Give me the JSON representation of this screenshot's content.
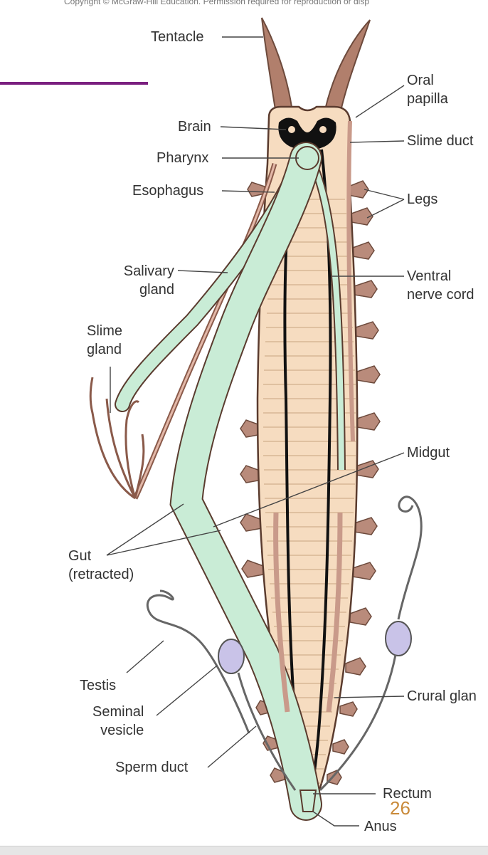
{
  "copyright": "Copyright © McGraw-Hill Education. Permission required for reproduction or disp",
  "page_number": "26",
  "colors": {
    "accent_rule": "#7a1f7f",
    "body": "#f6dcc0",
    "gut": "#c9ecd6",
    "nerve": "#111111",
    "leg": "#b98b7b",
    "vesicle": "#c9c3e8"
  },
  "labels": {
    "tentacle": "Tentacle",
    "brain": "Brain",
    "pharynx": "Pharynx",
    "esophagus": "Esophagus",
    "salivary_gland": [
      "Salivary",
      "gland"
    ],
    "slime_gland": [
      "Slime",
      "gland"
    ],
    "gut_retracted": [
      "Gut",
      "(retracted)"
    ],
    "testis": "Testis",
    "seminal_vesicle": [
      "Seminal",
      "vesicle"
    ],
    "sperm_duct": "Sperm duct",
    "oral_papilla": [
      "Oral",
      "papilla"
    ],
    "slime_duct": "Slime duct",
    "legs": "Legs",
    "ventral_nerve_cord": [
      "Ventral",
      "nerve cord"
    ],
    "midgut": "Midgut",
    "crural_gland": "Crural glan",
    "rectum": "Rectum",
    "anus": "Anus"
  }
}
